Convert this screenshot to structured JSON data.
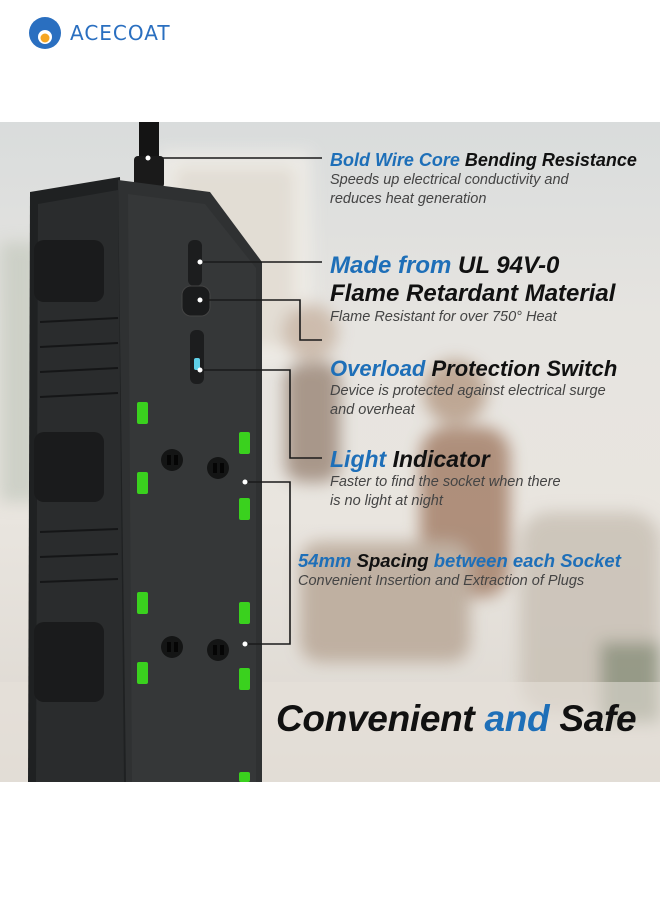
{
  "brand": {
    "name": "ACECOAT",
    "accent": "#2a6fc0",
    "dot": "#f5a623"
  },
  "colors": {
    "highlight": "#1e6fb8",
    "text": "#111111",
    "socket_green": "#3ad11e",
    "strip_body": "#2b2d2e"
  },
  "features": [
    {
      "id": "wire",
      "highlight": "Bold Wire Core",
      "rest": " Bending Resistance",
      "lines": [
        "Speeds up electrical conductivity and",
        "reduces heat generation"
      ]
    },
    {
      "id": "material",
      "highlight": "Made from",
      "rest": " UL 94V-0",
      "line2": "Flame Retardant Material",
      "lines": [
        "Flame Resistant for over 750° Heat"
      ]
    },
    {
      "id": "switch",
      "highlight": "Overload",
      "rest": " Protection Switch",
      "lines": [
        "Device is protected against electrical surge",
        "and overheat"
      ]
    },
    {
      "id": "light",
      "highlight": "Light",
      "rest": " Indicator",
      "lines": [
        "Faster to find the socket when there",
        "is no light at night"
      ]
    },
    {
      "id": "spacing",
      "highlight": "54mm",
      "mid": " Spacing ",
      "highlight2": "between each Socket",
      "lines": [
        "Convenient Insertion and Extraction of Plugs"
      ]
    }
  ],
  "tagline": {
    "part1": "Convenient ",
    "part2": "and",
    "part3": " Safe"
  }
}
